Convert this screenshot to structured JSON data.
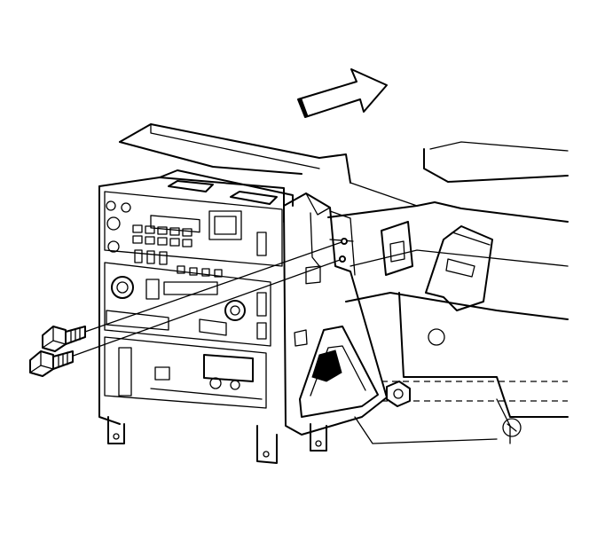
{
  "diagram": {
    "colors": {
      "line": "#000000",
      "background": "#ffffff"
    },
    "components": [
      {
        "name": "direction-arrow-icon"
      },
      {
        "name": "radio-console-assembly"
      },
      {
        "name": "mounting-bracket"
      },
      {
        "name": "instrument-panel-support"
      },
      {
        "name": "mounting-bolts",
        "count": 2
      }
    ]
  }
}
